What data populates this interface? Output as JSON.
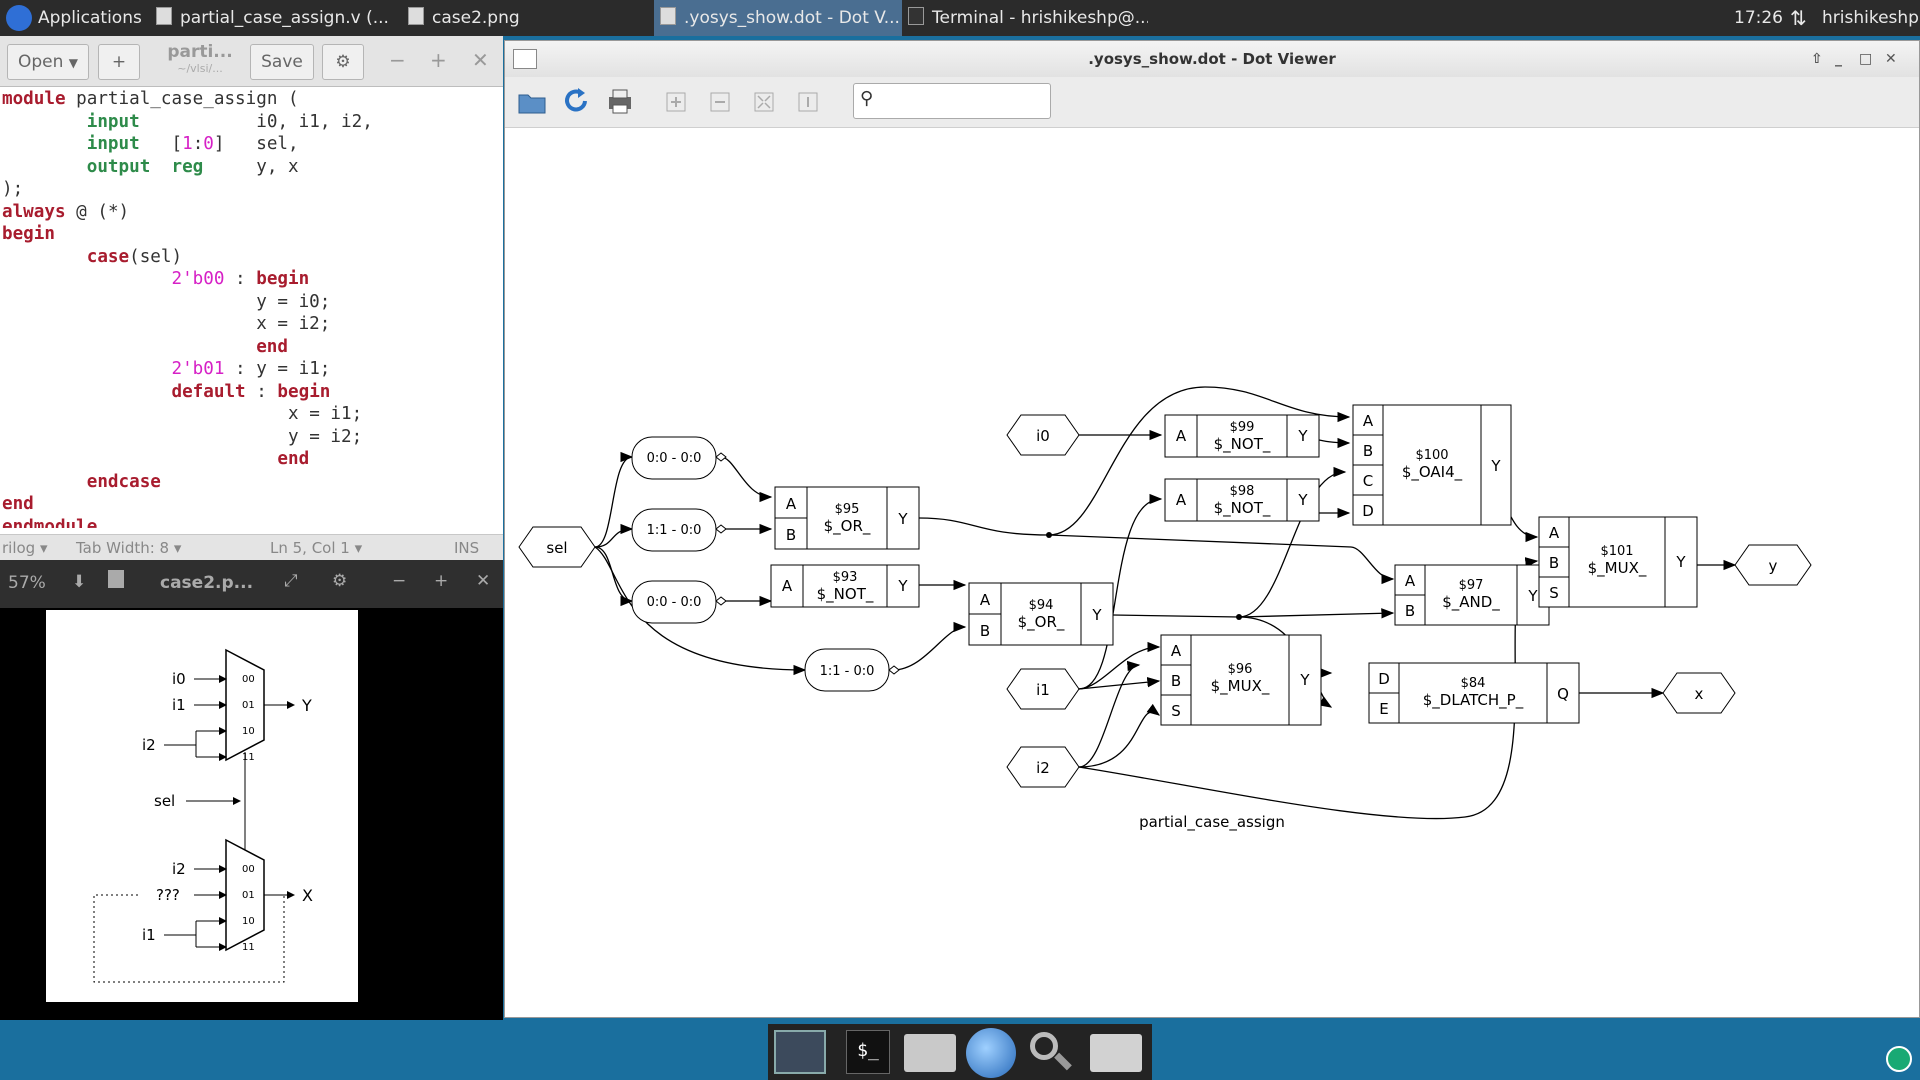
{
  "topbar": {
    "apps_label": "Applications",
    "tasks": [
      {
        "label": "partial_case_assign.v (..."
      },
      {
        "label": "case2.png"
      },
      {
        "label": ".yosys_show.dot - Dot V..."
      },
      {
        "label": "Terminal - hrishikeshp@..."
      }
    ],
    "clock": "17:26",
    "user": "hrishikeshp"
  },
  "gedit": {
    "open_label": "Open",
    "new_label": "+",
    "doc_name": "parti...",
    "doc_path": "~/vlsi/...",
    "save_label": "Save",
    "code_lines": [
      "module partial_case_assign (",
      "        input           i0, i1, i2,",
      "        input   [1:0]   sel,",
      "        output  reg     y, x",
      ");",
      "always @ (*)",
      "begin",
      "        case(sel)",
      "                2'b00 : begin",
      "                        y = i0;",
      "                        x = i2;",
      "                        end",
      "                2'b01 : y = i1;",
      "                default : begin",
      "                           x = i1;",
      "                           y = i2;",
      "                          end",
      "        endcase",
      "end",
      "endmodule"
    ],
    "status_lang": "rilog",
    "status_tab": "Tab Width: 8",
    "status_pos": "Ln 5, Col 1",
    "status_mode": "INS"
  },
  "image_viewer": {
    "zoom": "57%",
    "file": "case2.p...",
    "mux_top_inputs": [
      "i0",
      "i1",
      "i2"
    ],
    "mux_top_sel_labels": [
      "00",
      "01",
      "10",
      "11"
    ],
    "mux_top_out": "Y",
    "sel_label": "sel",
    "mux_bot_inputs": [
      "i2",
      "???",
      "i1"
    ],
    "mux_bot_sel_labels": [
      "00",
      "01",
      "10",
      "11"
    ],
    "mux_bot_out": "X"
  },
  "dot_viewer": {
    "title": ".yosys_show.dot - Dot Viewer",
    "search_placeholder": "",
    "graph_label": "partial_case_assign",
    "ports": {
      "sel": "sel",
      "i0": "i0",
      "i1": "i1",
      "i2": "i2",
      "y": "y",
      "x": "x"
    },
    "slices": [
      "0:0 - 0:0",
      "1:1 - 0:0",
      "0:0 - 0:0",
      "1:1 - 0:0"
    ],
    "cells": {
      "c95": {
        "id": "$95",
        "type": "$_OR_",
        "in": [
          "A",
          "B"
        ],
        "out": "Y"
      },
      "c93": {
        "id": "$93",
        "type": "$_NOT_",
        "in": [
          "A"
        ],
        "out": "Y"
      },
      "c94": {
        "id": "$94",
        "type": "$_OR_",
        "in": [
          "A",
          "B"
        ],
        "out": "Y"
      },
      "c99": {
        "id": "$99",
        "type": "$_NOT_",
        "in": [
          "A"
        ],
        "out": "Y"
      },
      "c98": {
        "id": "$98",
        "type": "$_NOT_",
        "in": [
          "A"
        ],
        "out": "Y"
      },
      "c100": {
        "id": "$100",
        "type": "$_OAI4_",
        "in": [
          "A",
          "B",
          "C",
          "D"
        ],
        "out": "Y"
      },
      "c97": {
        "id": "$97",
        "type": "$_AND_",
        "in": [
          "A",
          "B"
        ],
        "out": "Y"
      },
      "c96": {
        "id": "$96",
        "type": "$_MUX_",
        "in": [
          "A",
          "B",
          "S"
        ],
        "out": "Y"
      },
      "c84": {
        "id": "$84",
        "type": "$_DLATCH_P_",
        "in": [
          "D",
          "E"
        ],
        "out": "Q"
      },
      "c101": {
        "id": "$101",
        "type": "$_MUX_",
        "in": [
          "A",
          "B",
          "S"
        ],
        "out": "Y"
      }
    }
  },
  "colors": {
    "topbar": "#2b2b2b",
    "active_task": "#4a6e91",
    "keyword": "#a81c2e",
    "type": "#2e8b4a",
    "number": "#d620c6",
    "desktop": "#1a6f9e"
  }
}
